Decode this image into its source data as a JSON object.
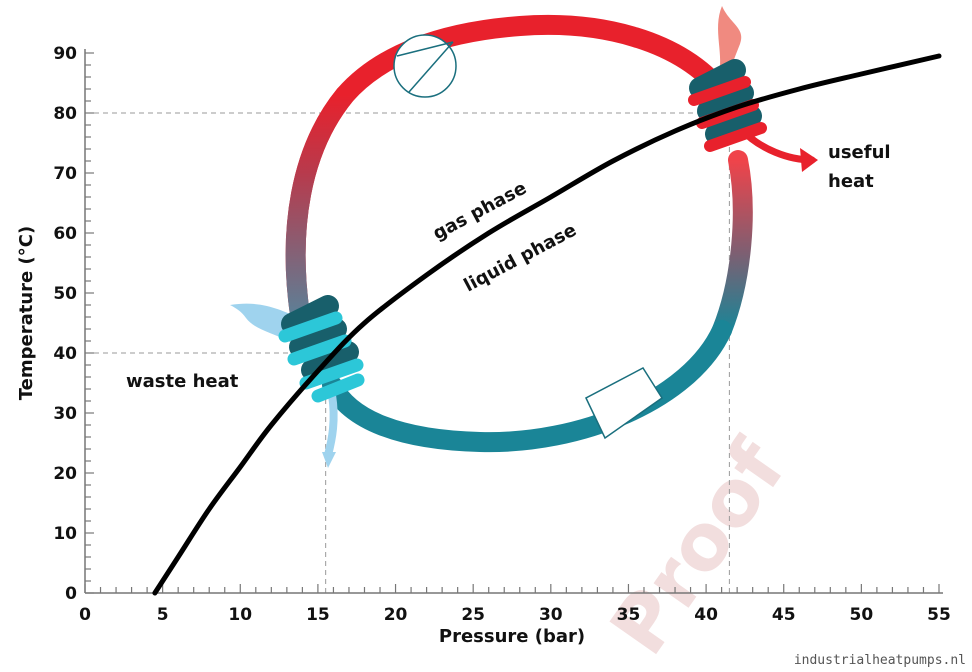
{
  "chart_data": {
    "type": "line",
    "xlabel": "Pressure (bar)",
    "ylabel": "Temperature (°C)",
    "xlim": [
      0,
      55
    ],
    "ylim": [
      0,
      90
    ],
    "x_ticks": [
      0,
      5,
      10,
      15,
      20,
      25,
      30,
      35,
      40,
      45,
      50,
      55
    ],
    "y_ticks": [
      0,
      10,
      20,
      30,
      40,
      50,
      60,
      70,
      80,
      90
    ],
    "grid": false,
    "series": [
      {
        "style": "saturation curve",
        "color": "#000000",
        "x": [
          4.5,
          6,
          8,
          10,
          12,
          15,
          18,
          22,
          26,
          30,
          34,
          38,
          42,
          46,
          50,
          55
        ],
        "y": [
          0,
          6,
          14,
          21,
          28,
          37,
          45,
          53,
          60,
          66,
          72,
          77,
          81,
          84,
          86.5,
          89.5
        ]
      }
    ],
    "reference_lines": [
      {
        "axis": "y",
        "value": 80,
        "x_end": 41.5
      },
      {
        "axis": "y",
        "value": 40,
        "x_end": 15.5
      },
      {
        "axis": "x",
        "value": 15.5,
        "y_end": 35
      },
      {
        "axis": "x",
        "value": 41.5,
        "y_end": 78
      }
    ],
    "annotations": {
      "gas_phase": "gas phase",
      "liquid_phase": "liquid phase",
      "waste_heat": "waste heat",
      "useful_heat_line1": "useful",
      "useful_heat_line2": "heat"
    },
    "cycle_colors": {
      "hot": "#e8212c",
      "cold": "#1a8597",
      "evaporator": "#2cc7d8",
      "waste_arrow": "#9fd3ee",
      "useful_arrow": "#f08a80"
    }
  },
  "credit": "industrialheatpumps.nl",
  "watermark": "Proof"
}
